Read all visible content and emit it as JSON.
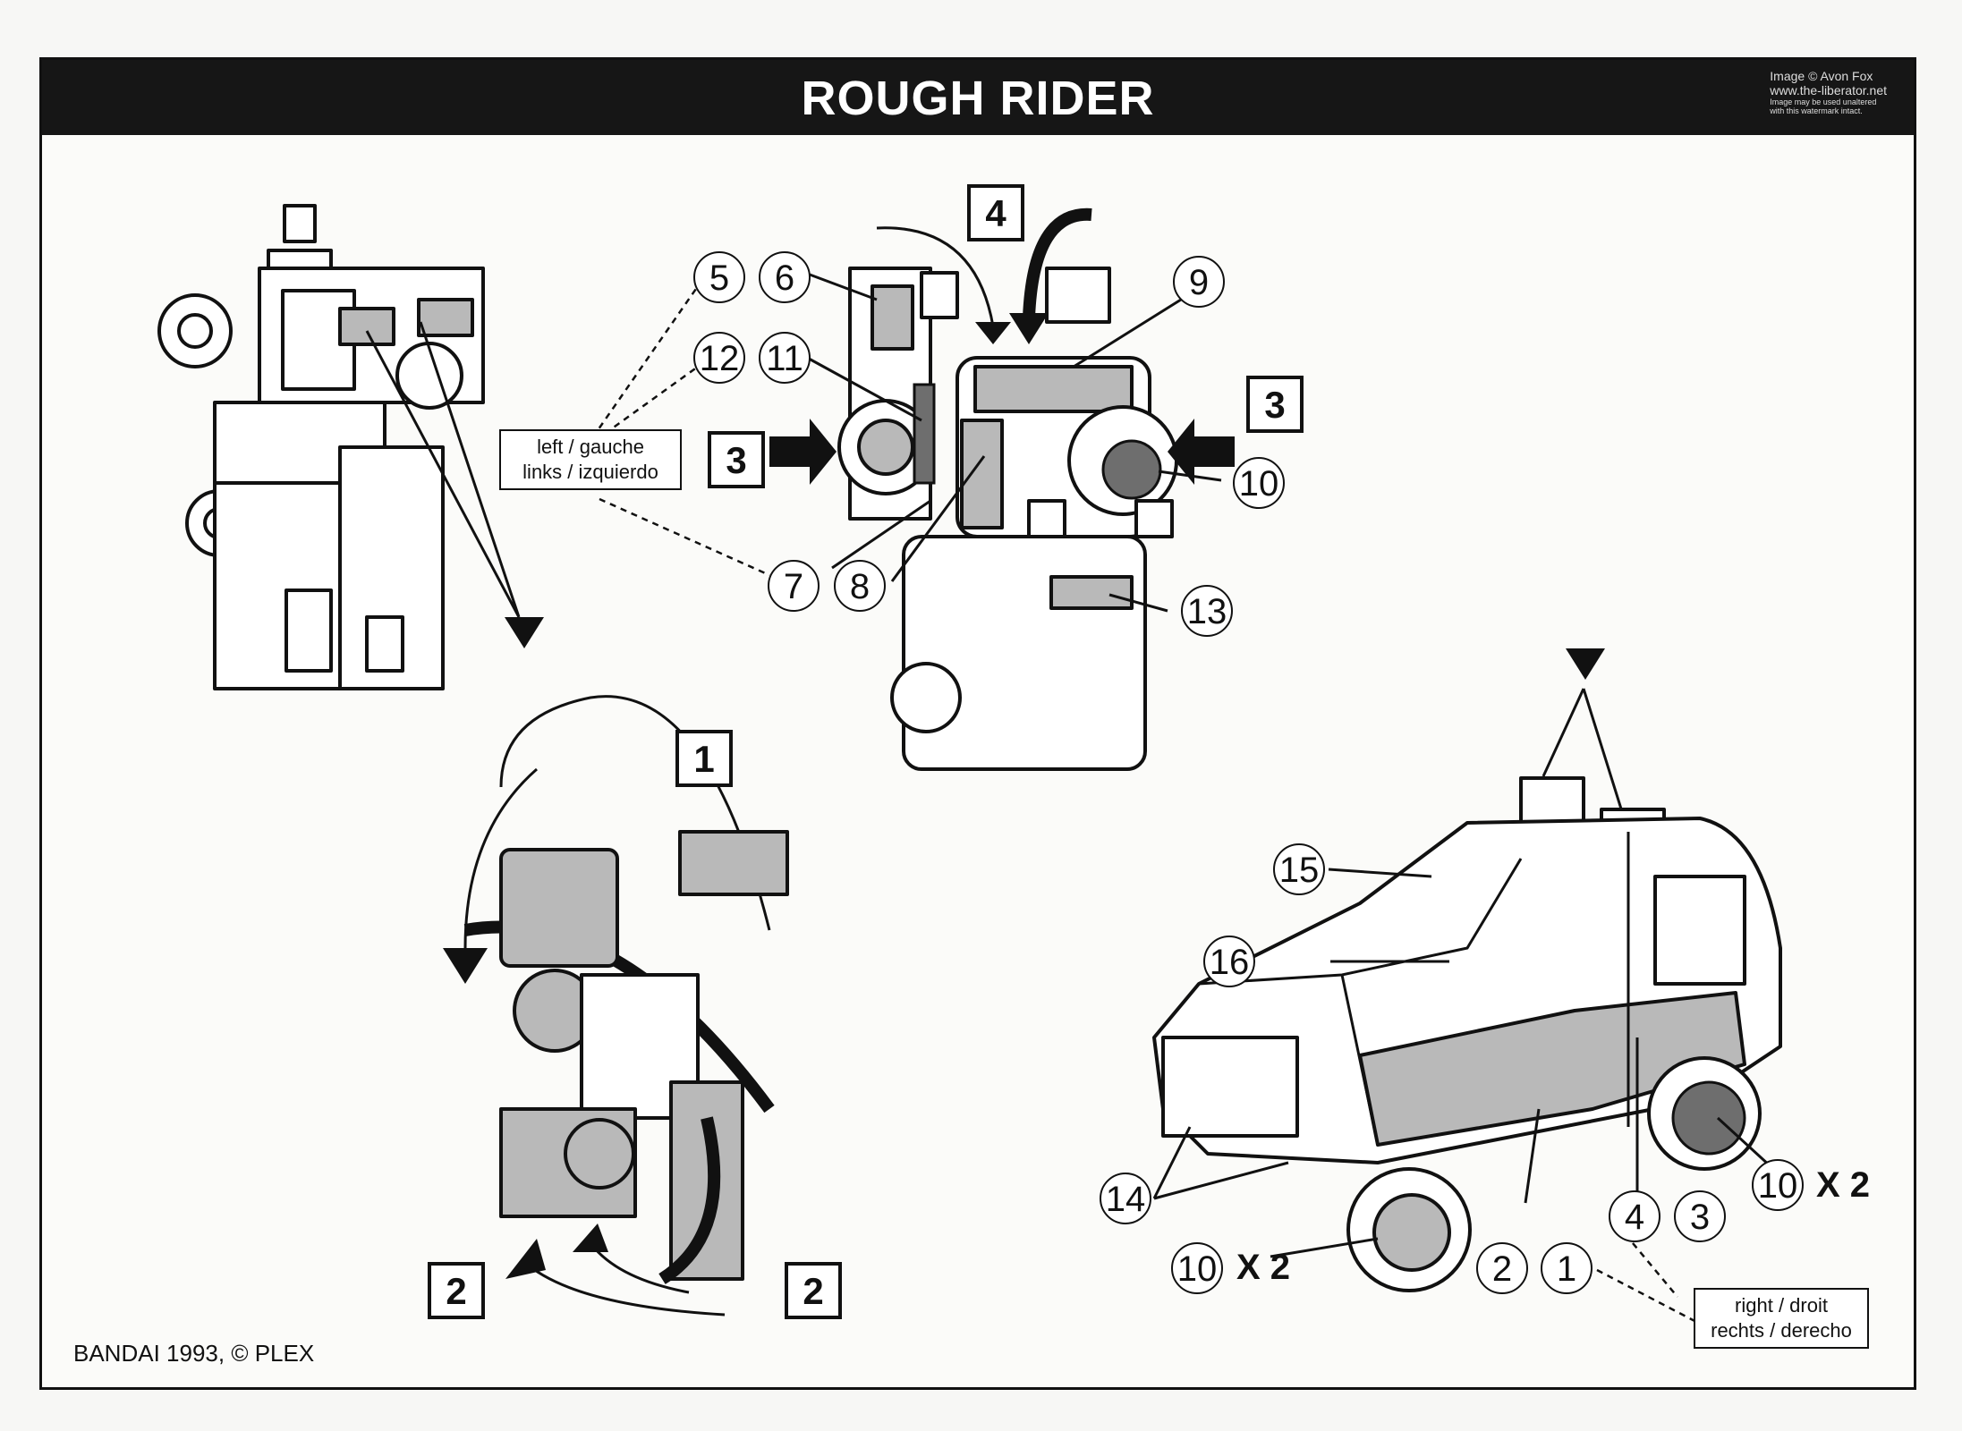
{
  "header": {
    "title": "ROUGH RIDER",
    "watermark_line1": "Image © Avon Fox",
    "watermark_line2": "www.the-liberator.net",
    "watermark_line3": "Image may be used unaltered",
    "watermark_line4": "with this watermark intact."
  },
  "labels": {
    "left_box_line1": "left / gauche",
    "left_box_line2": "links / izquierdo",
    "right_box_line1": "right / droit",
    "right_box_line2": "rechts / derecho"
  },
  "steps": {
    "s1": "1",
    "s2a": "2",
    "s2b": "2",
    "s3a": "3",
    "s3b": "3",
    "s4": "4"
  },
  "callouts": {
    "n5": "5",
    "n6": "6",
    "n12": "12",
    "n11": "11",
    "n9": "9",
    "n10a": "10",
    "n7": "7",
    "n8": "8",
    "n13": "13",
    "n15": "15",
    "n16": "16",
    "n14": "14",
    "n10b": "10",
    "n4": "4",
    "n3": "3",
    "n2": "2",
    "n1": "1",
    "n10c": "10"
  },
  "multipliers": {
    "front_wheel": "X 2",
    "rear_wheel": "X 2"
  },
  "footer": {
    "copyright": "BANDAI 1993, © PLEX"
  },
  "colors": {
    "ink": "#111111",
    "panel_grey": "#b9b9b9",
    "sticker_dark": "#6e6e6e"
  }
}
